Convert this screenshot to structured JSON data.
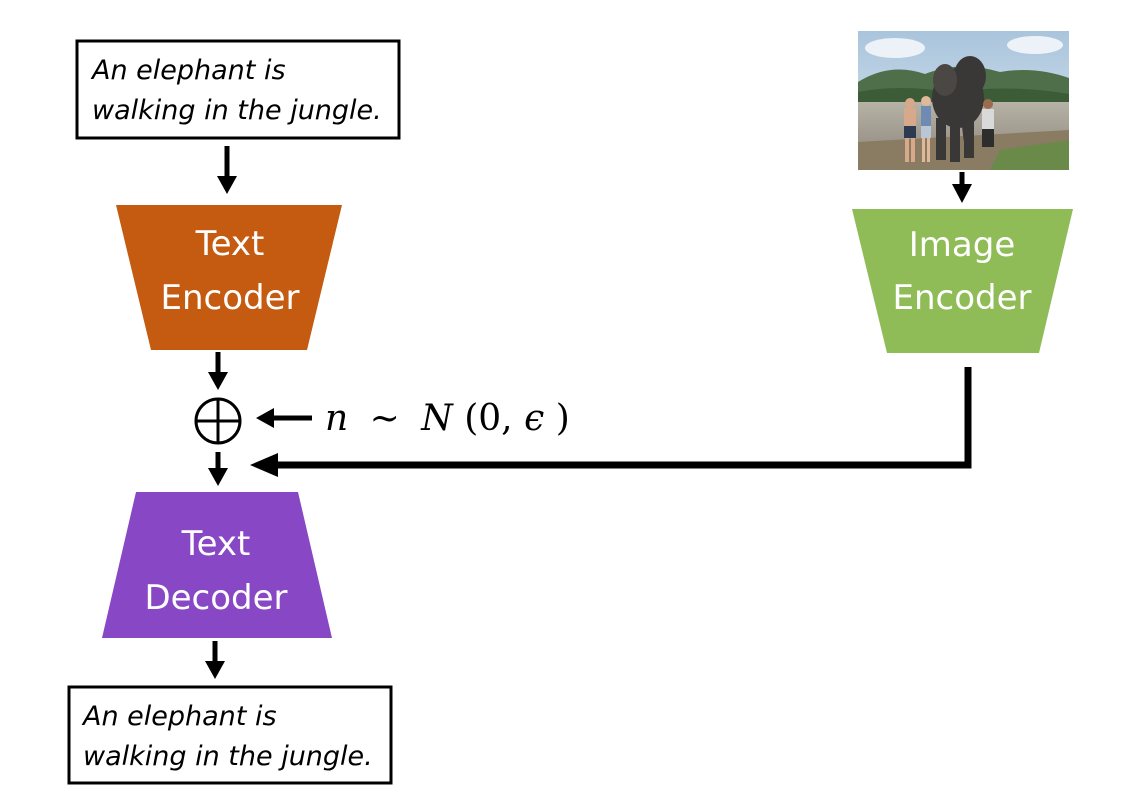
{
  "input_caption": {
    "line1": "An elephant is",
    "line2": "walking in the jungle."
  },
  "text_encoder": {
    "line1": "Text",
    "line2": "Encoder"
  },
  "image_encoder": {
    "line1": "Image",
    "line2": "Encoder"
  },
  "noise": {
    "var": "n",
    "tilde": "~",
    "dist": "N",
    "args": "(0, ",
    "eps": "ϵ",
    "close": ")"
  },
  "text_decoder": {
    "line1": "Text",
    "line2": "Decoder"
  },
  "output_caption": {
    "line1": "An elephant is",
    "line2": "walking in the jungle."
  },
  "colors": {
    "text_encoder": "#c55a11",
    "image_encoder": "#8fbc56",
    "text_decoder": "#8847c4",
    "arrow": "#000000"
  },
  "icons": {
    "sum": "circled-plus-icon",
    "photo": "elephant-photo"
  }
}
